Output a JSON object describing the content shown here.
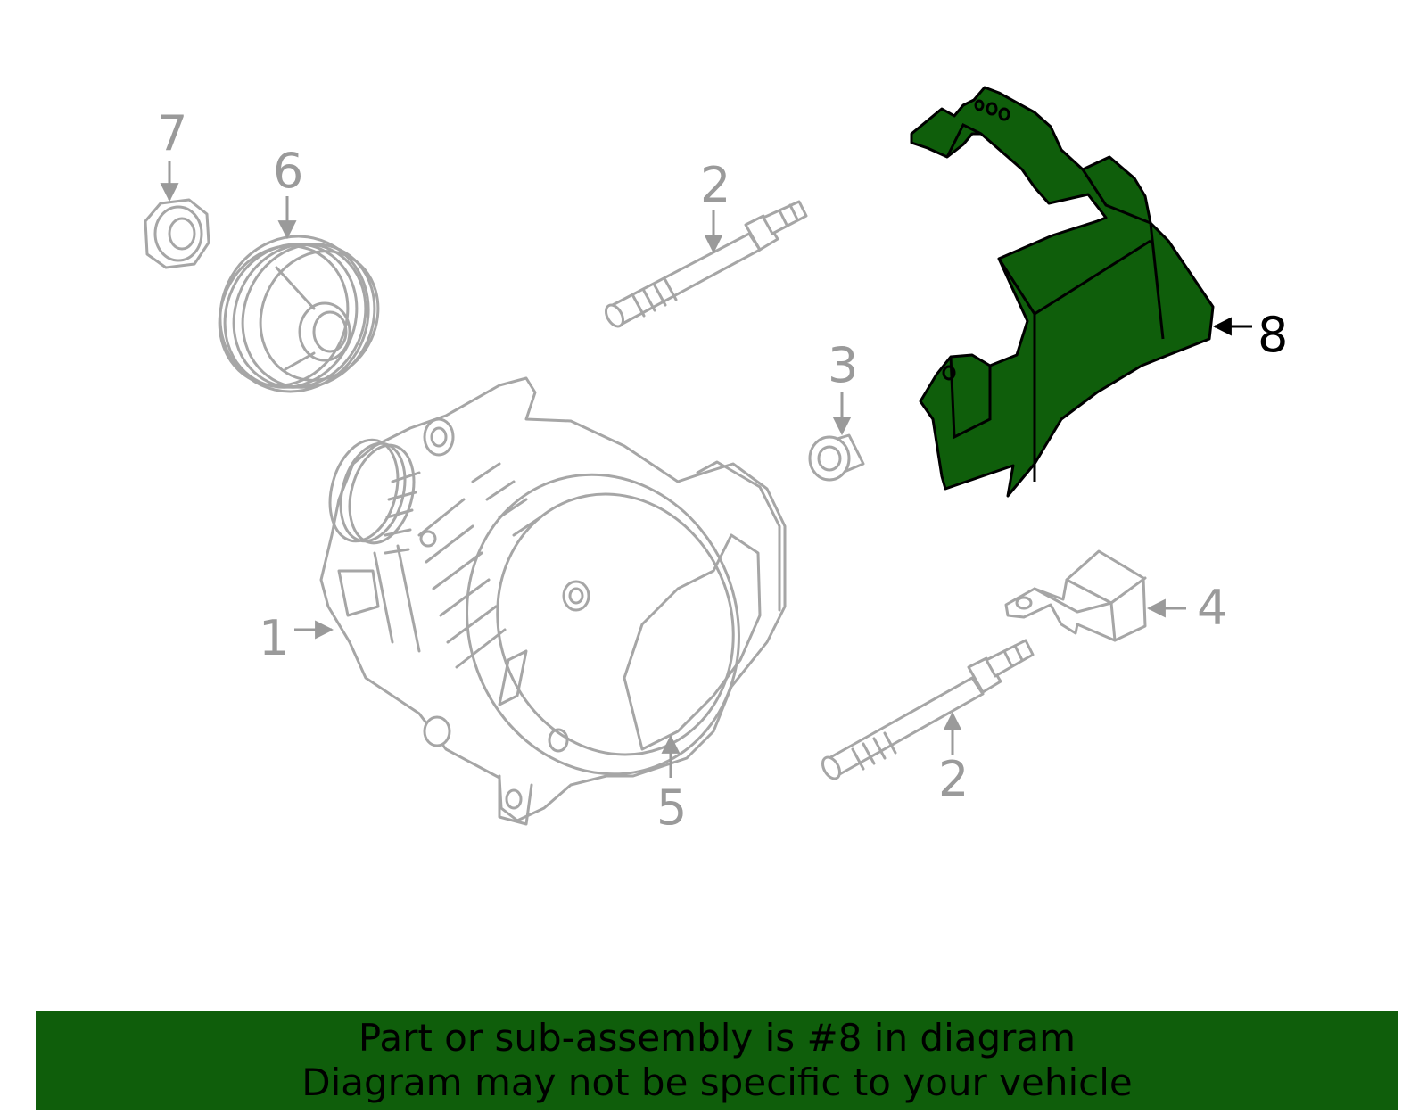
{
  "colors": {
    "highlight": "#0f5e0b",
    "part_outline": "#a6a6a6",
    "callout_text": "#9a9a9a",
    "banner_bg": "#0f5e0b"
  },
  "callouts": {
    "c7": "7",
    "c6": "6",
    "c2_top": "2",
    "c3": "3",
    "c8": "8",
    "c1": "1",
    "c4": "4",
    "c2_bottom": "2",
    "c5": "5"
  },
  "highlighted_part": "8",
  "banner": {
    "line1": "Part or sub-assembly is #8 in diagram",
    "line2": "Diagram may not be specific to your vehicle"
  }
}
